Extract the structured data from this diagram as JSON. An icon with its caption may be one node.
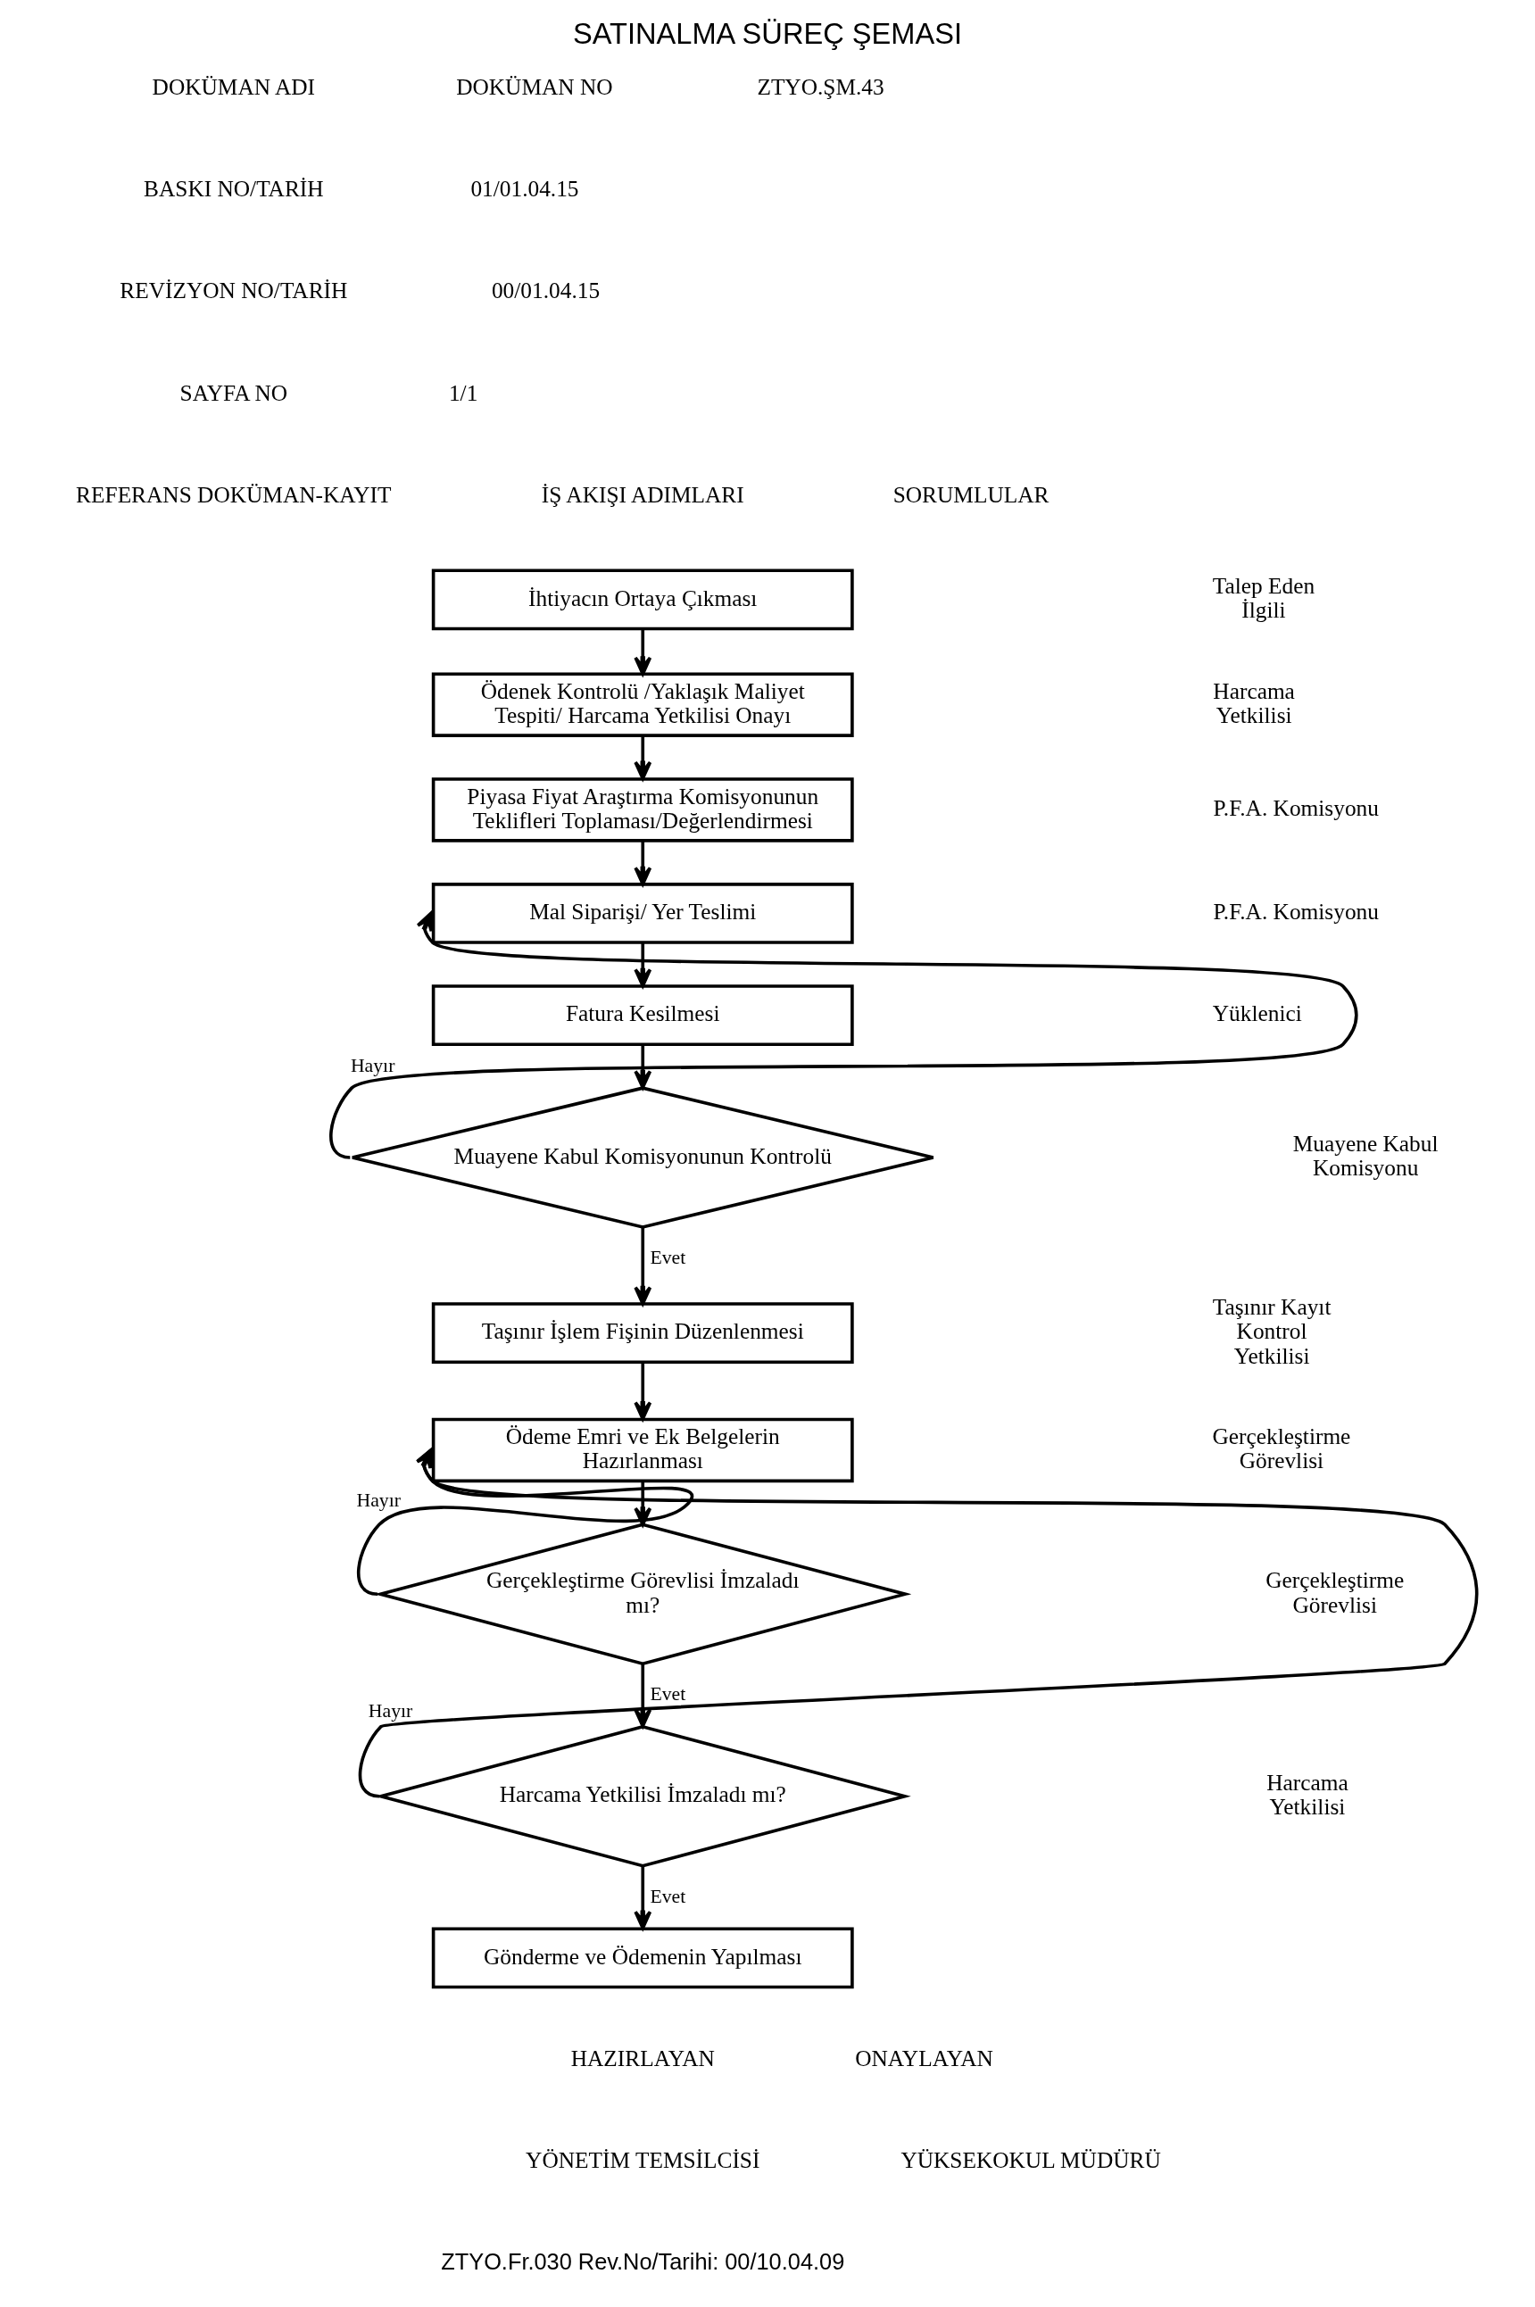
{
  "diagram": {
    "title": "SATINALMA SÜREÇ ŞEMASI",
    "nodes": [
      {
        "text": [
          "İhtiyacın Ortaya Çıkması"
        ]
      },
      {
        "text": [
          "Ödenek Kontrolü /Yaklaşık Maliyet Tespiti/ Harcama Yetkilisi Onayı"
        ]
      },
      {
        "text": [
          "Piyasa Fiyat Araştırma Komisyonunun Teklifleri Toplaması/Değerlendirmesi"
        ]
      },
      {
        "text": [
          "Mal Siparişi/ Yer Teslimi"
        ]
      },
      {
        "text": [
          "Fatura Kesilmesi"
        ]
      },
      {
        "text": [
          "Muayene Kabul Komisyonunun Kontrolü"
        ]
      },
      {
        "text": [
          "Taşınır İşlem Fişinin Düzenlenmesi"
        ]
      },
      {
        "text": [
          "Ödeme Emri ve Ek Belgelerin Hazırlanması"
        ]
      },
      {
        "text": [
          "Gerçekleştirme Görevlisi İmzaladı mı?"
        ]
      },
      {
        "text": [
          "Harcama Yetkilisi İmzaladı mı?"
        ]
      },
      {
        "text": [
          "Gönderme ve Ödemenin Yapılması"
        ]
      }
    ],
    "edges": [
      {
        "from": 0,
        "to": 1,
        "arrow": "to"
      },
      {
        "from": 1,
        "to": 2,
        "arrow": "to"
      },
      {
        "from": 2,
        "to": 3,
        "arrow": "to"
      },
      {
        "from": 3,
        "to": 4,
        "arrow": "to"
      },
      {
        "from": 4,
        "to": 5,
        "arrow": "to"
      },
      {
        "from": 5,
        "to": 3,
        "arrow": "to",
        "label": "Hayır"
      },
      {
        "from": 5,
        "to": 6,
        "arrow": "to",
        "label": "Evet"
      },
      {
        "from": 6,
        "to": 7,
        "arrow": "to"
      },
      {
        "from": 7,
        "to": 8,
        "arrow": "to"
      },
      {
        "from": 8,
        "to": 7,
        "arrow": "to",
        "label": "Hayır"
      },
      {
        "from": 8,
        "to": 9,
        "arrow": "to",
        "label": "Evet"
      },
      {
        "from": 9,
        "to": 7,
        "arrow": "to",
        "label": "Hayır"
      },
      {
        "from": 9,
        "to": 10,
        "arrow": "to",
        "label": "Evet"
      }
    ],
    "labels": [
      "DOKÜMAN ADI",
      "DOKÜMAN NO",
      "ZTYO.ŞM.43",
      "BASKI NO/TARİH",
      "01/01.04.15",
      "REVİZYON NO/TARİH",
      "00/01.04.15",
      "SAYFA NO",
      "1/1",
      "REFERANS DOKÜMAN-KAYIT",
      "İŞ AKIŞI ADIMLARI",
      "SORUMLULAR",
      "Talep Eden İlgili",
      "Harcama Yetkilisi",
      "P.F.A. Komisyonu",
      "P.F.A. Komisyonu",
      "Yüklenici",
      "Muayene Kabul Komisyonu",
      "Taşınır Kayıt Kontrol Yetkilisi",
      "Gerçekleştirme Görevlisi",
      "Gerçekleştirme Görevlisi",
      "Harcama Yetkilisi",
      "HAZIRLAYAN",
      "ONAYLAYAN",
      "YÖNETİM TEMSİLCİSİ",
      "YÜKSEKOKUL MÜDÜRÜ",
      "ZTYO.Fr.030 Rev.No/Tarihi: 00/10.04.09"
    ]
  }
}
